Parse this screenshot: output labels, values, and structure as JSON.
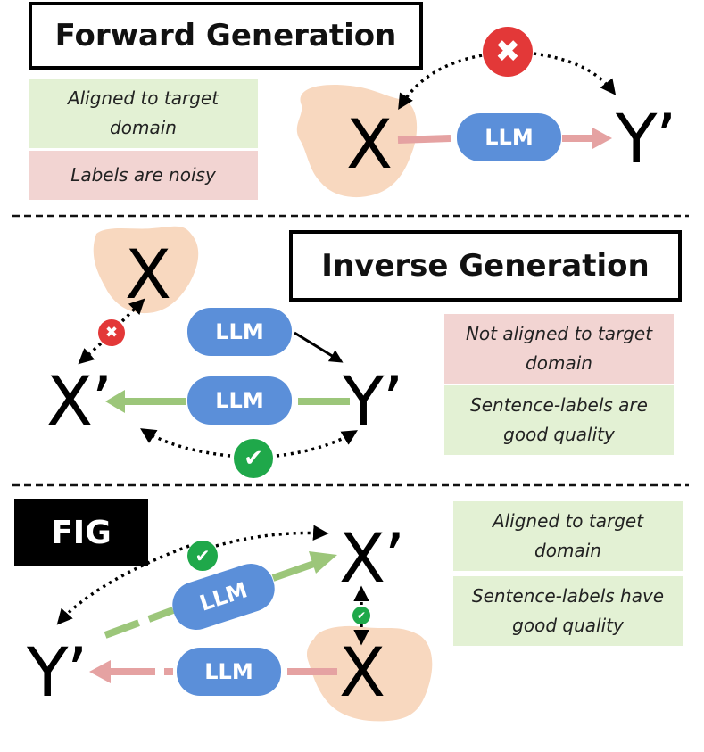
{
  "forward": {
    "title": "Forward Generation",
    "notes": [
      {
        "text": "Aligned to target domain",
        "tone": "green"
      },
      {
        "text": "Labels are noisy",
        "tone": "red"
      }
    ],
    "x_label": "X",
    "y_label": "Y’",
    "llm_label": "LLM",
    "alignment": "cross-icon"
  },
  "inverse": {
    "title": "Inverse Generation",
    "notes": [
      {
        "text": "Not aligned to target domain",
        "tone": "red"
      },
      {
        "text": "Sentence-labels are good quality",
        "tone": "green"
      }
    ],
    "x_label": "X",
    "x_prime_label": "X’",
    "y_label": "Y’",
    "llm_top_label": "LLM",
    "llm_bottom_label": "LLM",
    "x_alignment": "cross-icon",
    "pair_alignment": "check-icon"
  },
  "fig": {
    "title": "FIG",
    "notes": [
      {
        "text": "Aligned to target domain",
        "tone": "green"
      },
      {
        "text": "Sentence-labels have good quality",
        "tone": "green"
      }
    ],
    "x_prime_label": "X’",
    "x_label": "X",
    "y_label": "Y’",
    "llm_diag_label": "LLM",
    "llm_bottom_label": "LLM",
    "pair_alignment": "check-icon",
    "x_alignment": "check-icon"
  },
  "colors": {
    "blob": "#f8d8bf",
    "llm_pill": "#5b8fd9",
    "red_arrow": "#e5a2a2",
    "green_arrow": "#9cc67a",
    "good": "#1fa84a",
    "bad": "#e33838"
  }
}
